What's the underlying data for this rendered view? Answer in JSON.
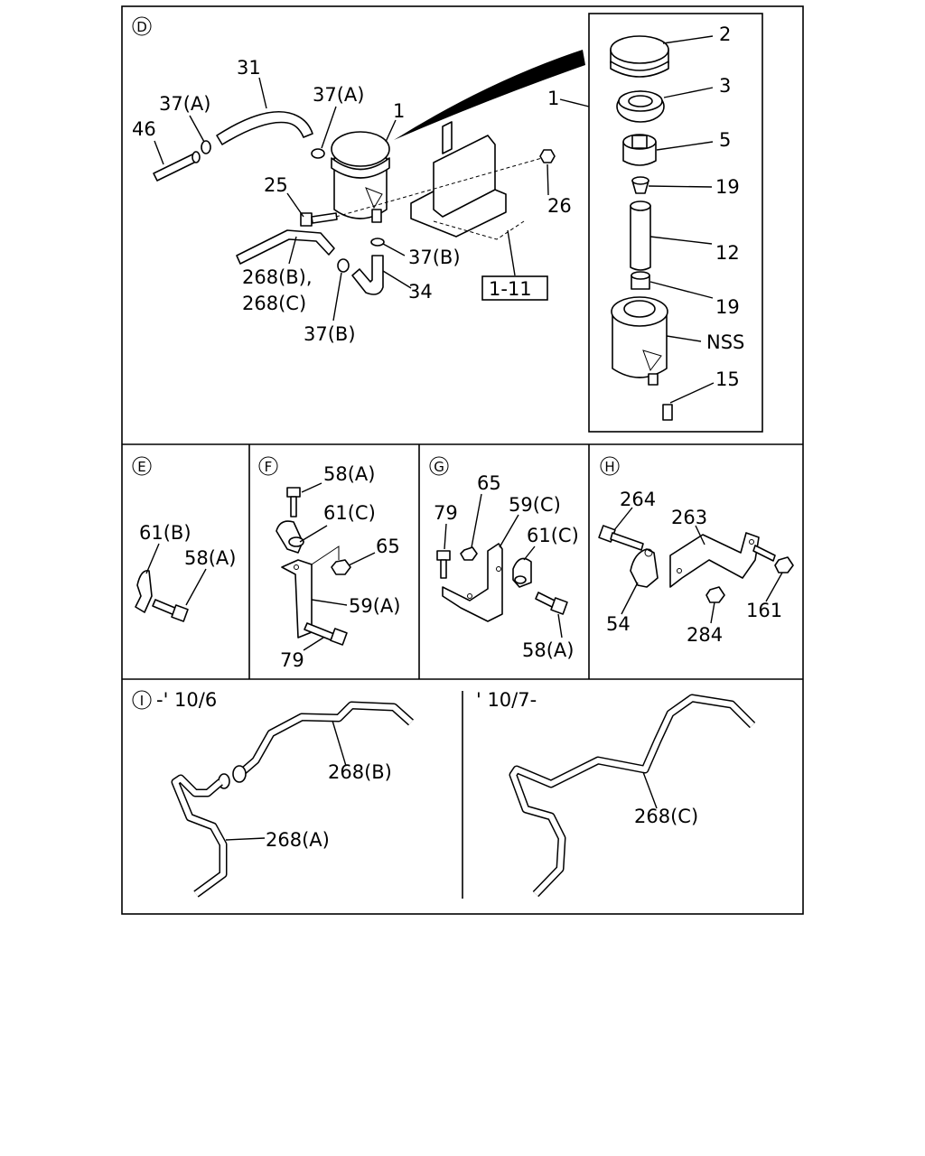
{
  "sections": {
    "D": "D",
    "E": "E",
    "F": "F",
    "G": "G",
    "H": "H",
    "I": "I"
  },
  "section_I": {
    "left_note": "-' 10/6",
    "right_note": "' 10/7-"
  },
  "labels": {
    "d_31": "31",
    "d_37a_1": "37(A)",
    "d_37a_2": "37(A)",
    "d_46": "46",
    "d_1": "1",
    "d_25": "25",
    "d_26": "26",
    "d_37b_1": "37(B)",
    "d_268b_c": "268(B),",
    "d_268c": "268(C)",
    "d_34": "34",
    "d_37b_2": "37(B)",
    "d_ref": "1-11",
    "d_1_right": "1",
    "d_2": "2",
    "d_3": "3",
    "d_5": "5",
    "d_19a": "19",
    "d_12": "12",
    "d_19b": "19",
    "d_nss": "NSS",
    "d_15": "15",
    "e_61b": "61(B)",
    "e_58a": "58(A)",
    "f_58a": "58(A)",
    "f_61c": "61(C)",
    "f_65": "65",
    "f_59a": "59(A)",
    "f_79": "79",
    "g_65": "65",
    "g_59c": "59(C)",
    "g_79": "79",
    "g_61c": "61(C)",
    "g_58a": "58(A)",
    "h_264": "264",
    "h_263": "263",
    "h_54": "54",
    "h_284": "284",
    "h_161": "161",
    "i_268b": "268(B)",
    "i_268a": "268(A)",
    "i_268c": "268(C)"
  }
}
